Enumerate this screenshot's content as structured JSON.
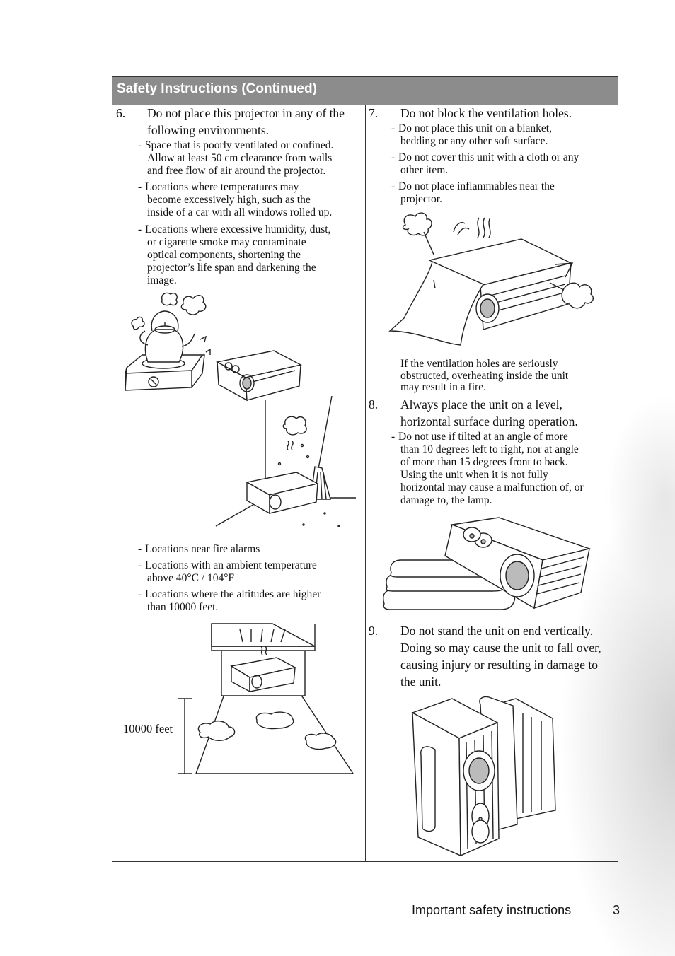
{
  "header": {
    "title": "Safety Instructions (Continued)"
  },
  "left": {
    "item6": {
      "number": "6.",
      "line1": "Do not place this projector in any of the",
      "line2": "following environments.",
      "subs": [
        {
          "dash": "-",
          "lines": [
            "Space that is poorly ventilated or confined.",
            "Allow at least 50 cm clearance from walls",
            "and free flow of air around the projector."
          ]
        },
        {
          "dash": "-",
          "lines": [
            "Locations where temperatures may",
            "become excessively high, such as the",
            "inside of a car with all windows rolled up."
          ]
        },
        {
          "dash": "-",
          "lines": [
            "Locations where excessive humidity, dust,",
            "or cigarette smoke may contaminate",
            "optical components, shortening the",
            "projector’s life span and darkening the",
            "image."
          ]
        }
      ],
      "subs2": [
        {
          "dash": "-",
          "lines": [
            "Locations near fire alarms"
          ]
        },
        {
          "dash": "-",
          "lines": [
            "Locations with an ambient temperature",
            "above 40°C / 104°F"
          ]
        },
        {
          "dash": "-",
          "lines": [
            "Locations where the altitudes are higher",
            "than 10000 feet."
          ]
        }
      ],
      "altitude_label": "10000 feet"
    }
  },
  "right": {
    "item7": {
      "number": "7.",
      "line1": "Do not block the ventilation holes.",
      "subs": [
        {
          "dash": "-",
          "lines": [
            "Do not place this unit on a blanket,",
            "bedding or any other soft surface."
          ]
        },
        {
          "dash": "-",
          "lines": [
            "Do not cover this unit with a cloth or any",
            "other item."
          ]
        },
        {
          "dash": "-",
          "lines": [
            "Do not place inflammables near the",
            "projector."
          ]
        }
      ],
      "note": [
        "If the ventilation holes are seriously",
        "obstructed, overheating inside the unit",
        "may result in a fire."
      ]
    },
    "item8": {
      "number": "8.",
      "line1": "Always place the unit on a level,",
      "line2": "horizontal surface during operation.",
      "subs": [
        {
          "dash": "-",
          "lines": [
            "Do not use if tilted at an angle of more",
            "than 10 degrees left to right, nor at angle",
            "of more than 15 degrees front to back.",
            "Using the unit when it is not fully",
            "horizontal may cause a malfunction of, or",
            "damage to, the lamp."
          ]
        }
      ]
    },
    "item9": {
      "number": "9.",
      "lines": [
        "Do not stand the unit on end vertically.",
        "Doing so may cause the unit to fall over,",
        "causing injury or resulting in damage to",
        "the unit."
      ]
    }
  },
  "footer": {
    "section": "Important safety instructions",
    "page": "3"
  },
  "icons": [
    "kettle-stove-illustration",
    "projector-illustration",
    "dusty-corner-illustration",
    "mountain-altitude-illustration",
    "covered-projector-illustration",
    "tilted-projector-illustration",
    "vertical-projector-illustration"
  ]
}
